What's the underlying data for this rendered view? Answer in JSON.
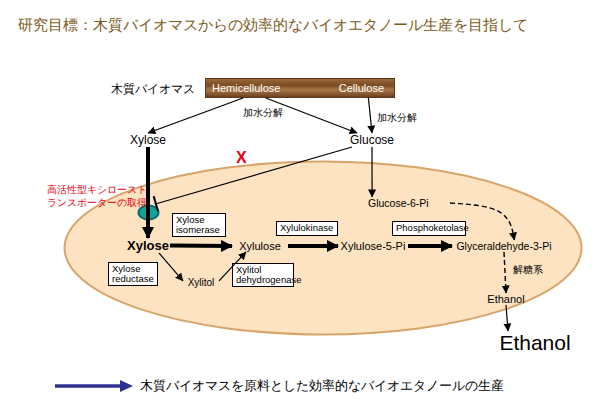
{
  "diagram": {
    "title": "研究目標：木質バイオマスからの効率的なバイオエタノール生産を目指して",
    "caption": "木質バイオマスを原料とした効率的なバイオエタノールの生産",
    "nodes": [
      {
        "text": [
          "木質バイオマス",
          "Hemicellulose",
          "Cellulose"
        ]
      },
      {
        "text": [
          "Xylose"
        ]
      },
      {
        "text": [
          "Glucose"
        ]
      },
      {
        "text": []
      },
      {
        "text": [
          "高活性型キシローストランスポーターの取得"
        ]
      },
      {
        "text": [
          "Glucose-6-Pi"
        ],
        "in": 3
      },
      {
        "text": [
          "Xylose isomerase"
        ],
        "in": 3
      },
      {
        "text": [
          "Xylose"
        ],
        "in": 3
      },
      {
        "text": [
          "Xylulose"
        ],
        "in": 3
      },
      {
        "text": [
          "Xylulokinase"
        ],
        "in": 3
      },
      {
        "text": [
          "Xylulose-5-Pi"
        ],
        "in": 3
      },
      {
        "text": [
          "Phosphoketolase"
        ],
        "in": 3
      },
      {
        "text": [
          "Glyceraldehyde-3-Pi"
        ],
        "in": 3
      },
      {
        "text": [
          "Xylose reductase"
        ],
        "in": 3
      },
      {
        "text": [
          "Xylitol"
        ],
        "in": 3
      },
      {
        "text": [
          "Xylitol dehydrogenase"
        ],
        "in": 3
      },
      {
        "text": [
          "Ethanol"
        ],
        "in": 3
      },
      {
        "text": [
          "Ethanol"
        ]
      }
    ],
    "edges": [
      {
        "from": 0,
        "to": 1,
        "arrow": "to",
        "label": "加水分解"
      },
      {
        "from": 0,
        "to": 2,
        "arrow": "to"
      },
      {
        "from": 0,
        "to": 2,
        "arrow": "to",
        "label": "加水分解"
      },
      {
        "from": 1,
        "to": 7,
        "arrow": "to"
      },
      {
        "from": 2,
        "to": 4,
        "arrow": "to"
      },
      {
        "from": 2,
        "to": 5,
        "arrow": "to"
      },
      {
        "from": 5,
        "to": 12,
        "arrow": "to"
      },
      {
        "from": 7,
        "to": 8,
        "arrow": "to"
      },
      {
        "from": 7,
        "to": 14,
        "arrow": "to"
      },
      {
        "from": 14,
        "to": 8,
        "arrow": "to"
      },
      {
        "from": 8,
        "to": 10,
        "arrow": "to"
      },
      {
        "from": 10,
        "to": 12,
        "arrow": "to"
      },
      {
        "from": 12,
        "to": 16,
        "arrow": "to",
        "label": "解糖系"
      },
      {
        "from": 16,
        "to": 17,
        "arrow": "to"
      }
    ],
    "labels": [
      "X"
    ]
  }
}
